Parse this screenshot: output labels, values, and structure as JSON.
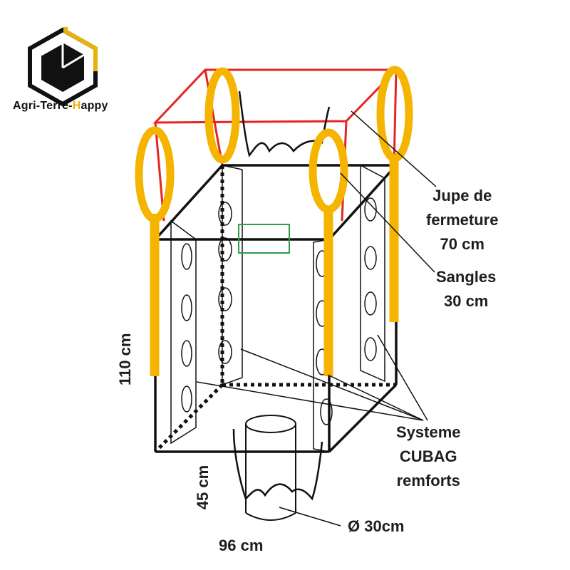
{
  "brand": {
    "name_part1": "Agri-Terre-",
    "name_accent": "H",
    "name_part2": "appy",
    "logo_icon": "hexagon-cube-logo-icon",
    "accent_color": "#e8b10b"
  },
  "colors": {
    "outline": "#111111",
    "skirt": "#e52521",
    "straps": "#f4b400",
    "label_box": "#2e9e48"
  },
  "labels": {
    "skirt_line1": "Jupe de",
    "skirt_line2": "fermeture",
    "skirt_line3": "70 cm",
    "straps_line1": "Sangles",
    "straps_line2": "30 cm",
    "cubag_line1": "Systeme",
    "cubag_line2": "CUBAG",
    "cubag_line3": "remforts",
    "height": "110 cm",
    "spout_height": "45 cm",
    "width": "96 cm",
    "spout_diameter": "Ø 30cm"
  }
}
